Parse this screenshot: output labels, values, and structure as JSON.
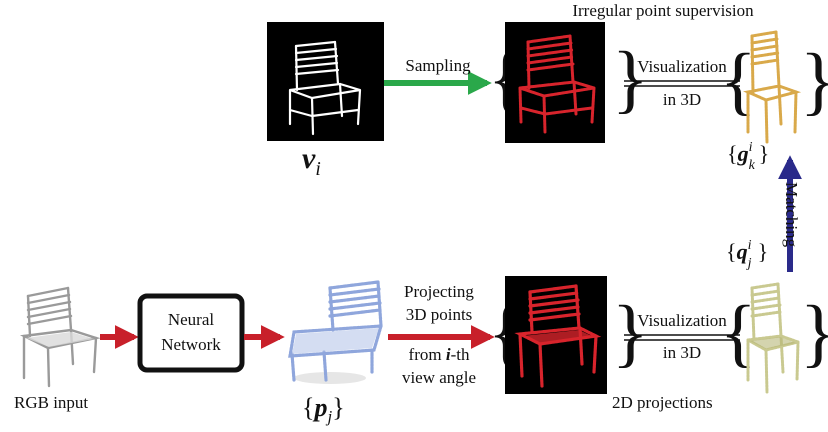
{
  "labels": {
    "title": "Irregular point supervision",
    "sampling": "Sampling",
    "visualization_top": "Visualization",
    "in3d_top": "in 3D",
    "visualization_bottom": "Visualization",
    "in3d_bottom": "in 3D",
    "neural_network_line1": "Neural",
    "neural_network_line2": "Network",
    "projecting_line1": "Projecting",
    "projecting_line2": "3D points",
    "projecting_line3_pre": "from ",
    "projecting_line3_var": "i",
    "projecting_line3_post": "-th",
    "projecting_line4": "view angle",
    "rgb_input": "RGB input",
    "projections_2d": "2D projections",
    "matching": "Matching"
  },
  "symbols": {
    "v_main": "v",
    "v_sub": "i",
    "g_main": "g",
    "g_sup": "i",
    "g_sub": "k",
    "q_main": "q",
    "q_sup": "i",
    "q_sub": "j",
    "p_main": "p",
    "p_sub": "j",
    "brace_open": "{",
    "brace_close": "}"
  },
  "colors": {
    "sampling_arrow": "#2aa84a",
    "red_arrow": "#c8202a",
    "matching_arrow": "#2a2a8a",
    "red_points": "#d8242c",
    "gold_points": "#d9a94a",
    "blue_points": "#8fa6dc",
    "olive_points": "#c9c990"
  }
}
